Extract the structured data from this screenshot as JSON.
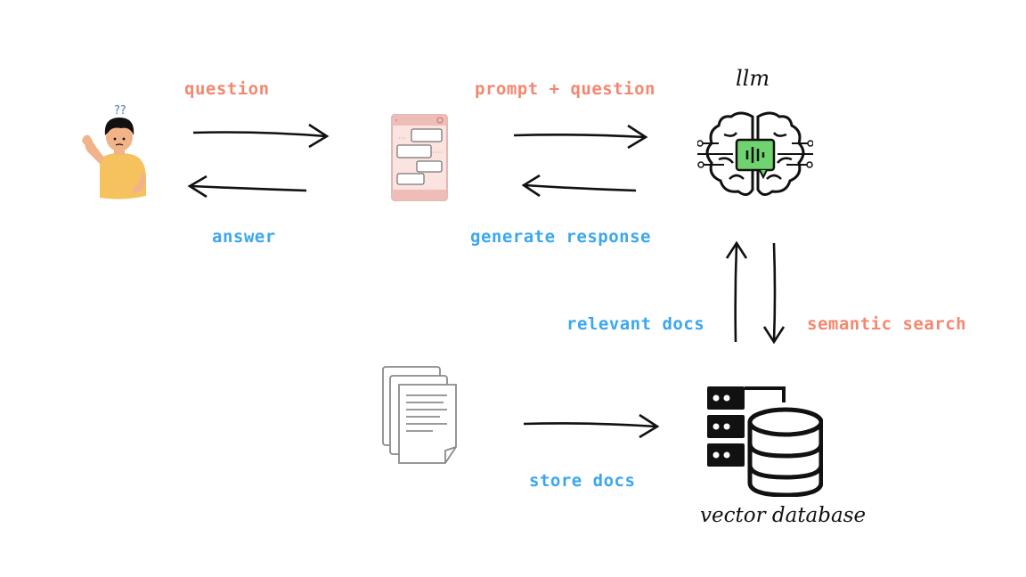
{
  "nodes": {
    "user": {
      "icon": "confused-person-icon"
    },
    "chat_app": {
      "icon": "chat-window-icon"
    },
    "llm": {
      "title": "llm",
      "icon": "brain-chip-icon"
    },
    "documents": {
      "icon": "documents-icon"
    },
    "vector_db": {
      "title": "vector database",
      "icon": "database-server-icon"
    }
  },
  "edges": {
    "question": {
      "label": "question"
    },
    "answer": {
      "label": "answer"
    },
    "prompt_question": {
      "label": "prompt + question"
    },
    "generate_response": {
      "label": "generate response"
    },
    "relevant_docs": {
      "label": "relevant docs"
    },
    "semantic_search": {
      "label": "semantic search"
    },
    "store_docs": {
      "label": "store docs"
    }
  },
  "colors": {
    "outgoing_label": "#f4876f",
    "incoming_label": "#3aa7ee",
    "llm_chip": "#6fd46f"
  }
}
